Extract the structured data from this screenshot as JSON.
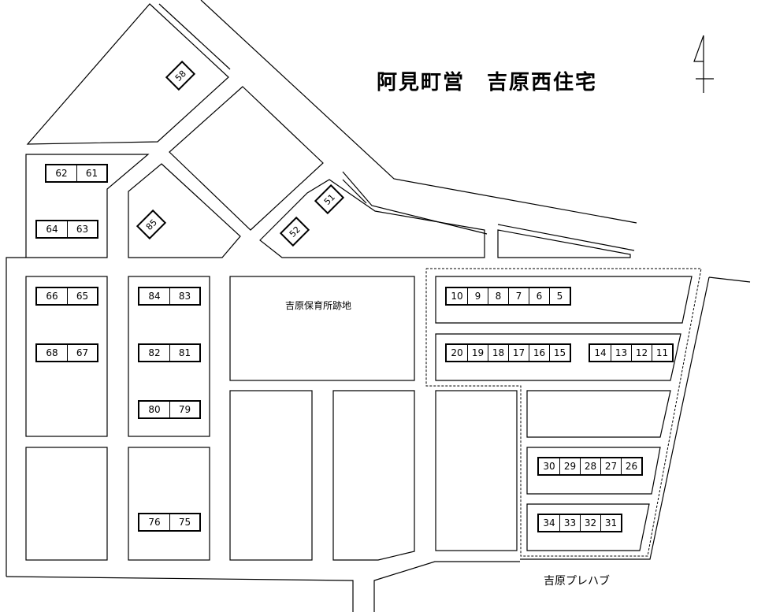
{
  "title": "阿見町営　吉原西住宅",
  "compass_icon": "north-arrow-icon",
  "labels": {
    "nursery_site": "吉原保育所跡地",
    "prefab": "吉原プレハブ"
  },
  "buildings": {
    "b62_61": [
      "62",
      "61"
    ],
    "b64_63": [
      "64",
      "63"
    ],
    "b66_65": [
      "66",
      "65"
    ],
    "b68_67": [
      "68",
      "67"
    ],
    "b84_83": [
      "84",
      "83"
    ],
    "b82_81": [
      "82",
      "81"
    ],
    "b80_79": [
      "80",
      "79"
    ],
    "b76_75": [
      "76",
      "75"
    ],
    "row1": [
      "10",
      "9",
      "8",
      "7",
      "6",
      "5"
    ],
    "row2a": [
      "20",
      "19",
      "18",
      "17",
      "16",
      "15"
    ],
    "row2b": [
      "14",
      "13",
      "12",
      "11"
    ],
    "row3": [
      "30",
      "29",
      "28",
      "27",
      "26"
    ],
    "row4": [
      "34",
      "33",
      "32",
      "31"
    ],
    "single_58": "58",
    "single_85": "85",
    "single_51": "51",
    "single_52": "52"
  }
}
